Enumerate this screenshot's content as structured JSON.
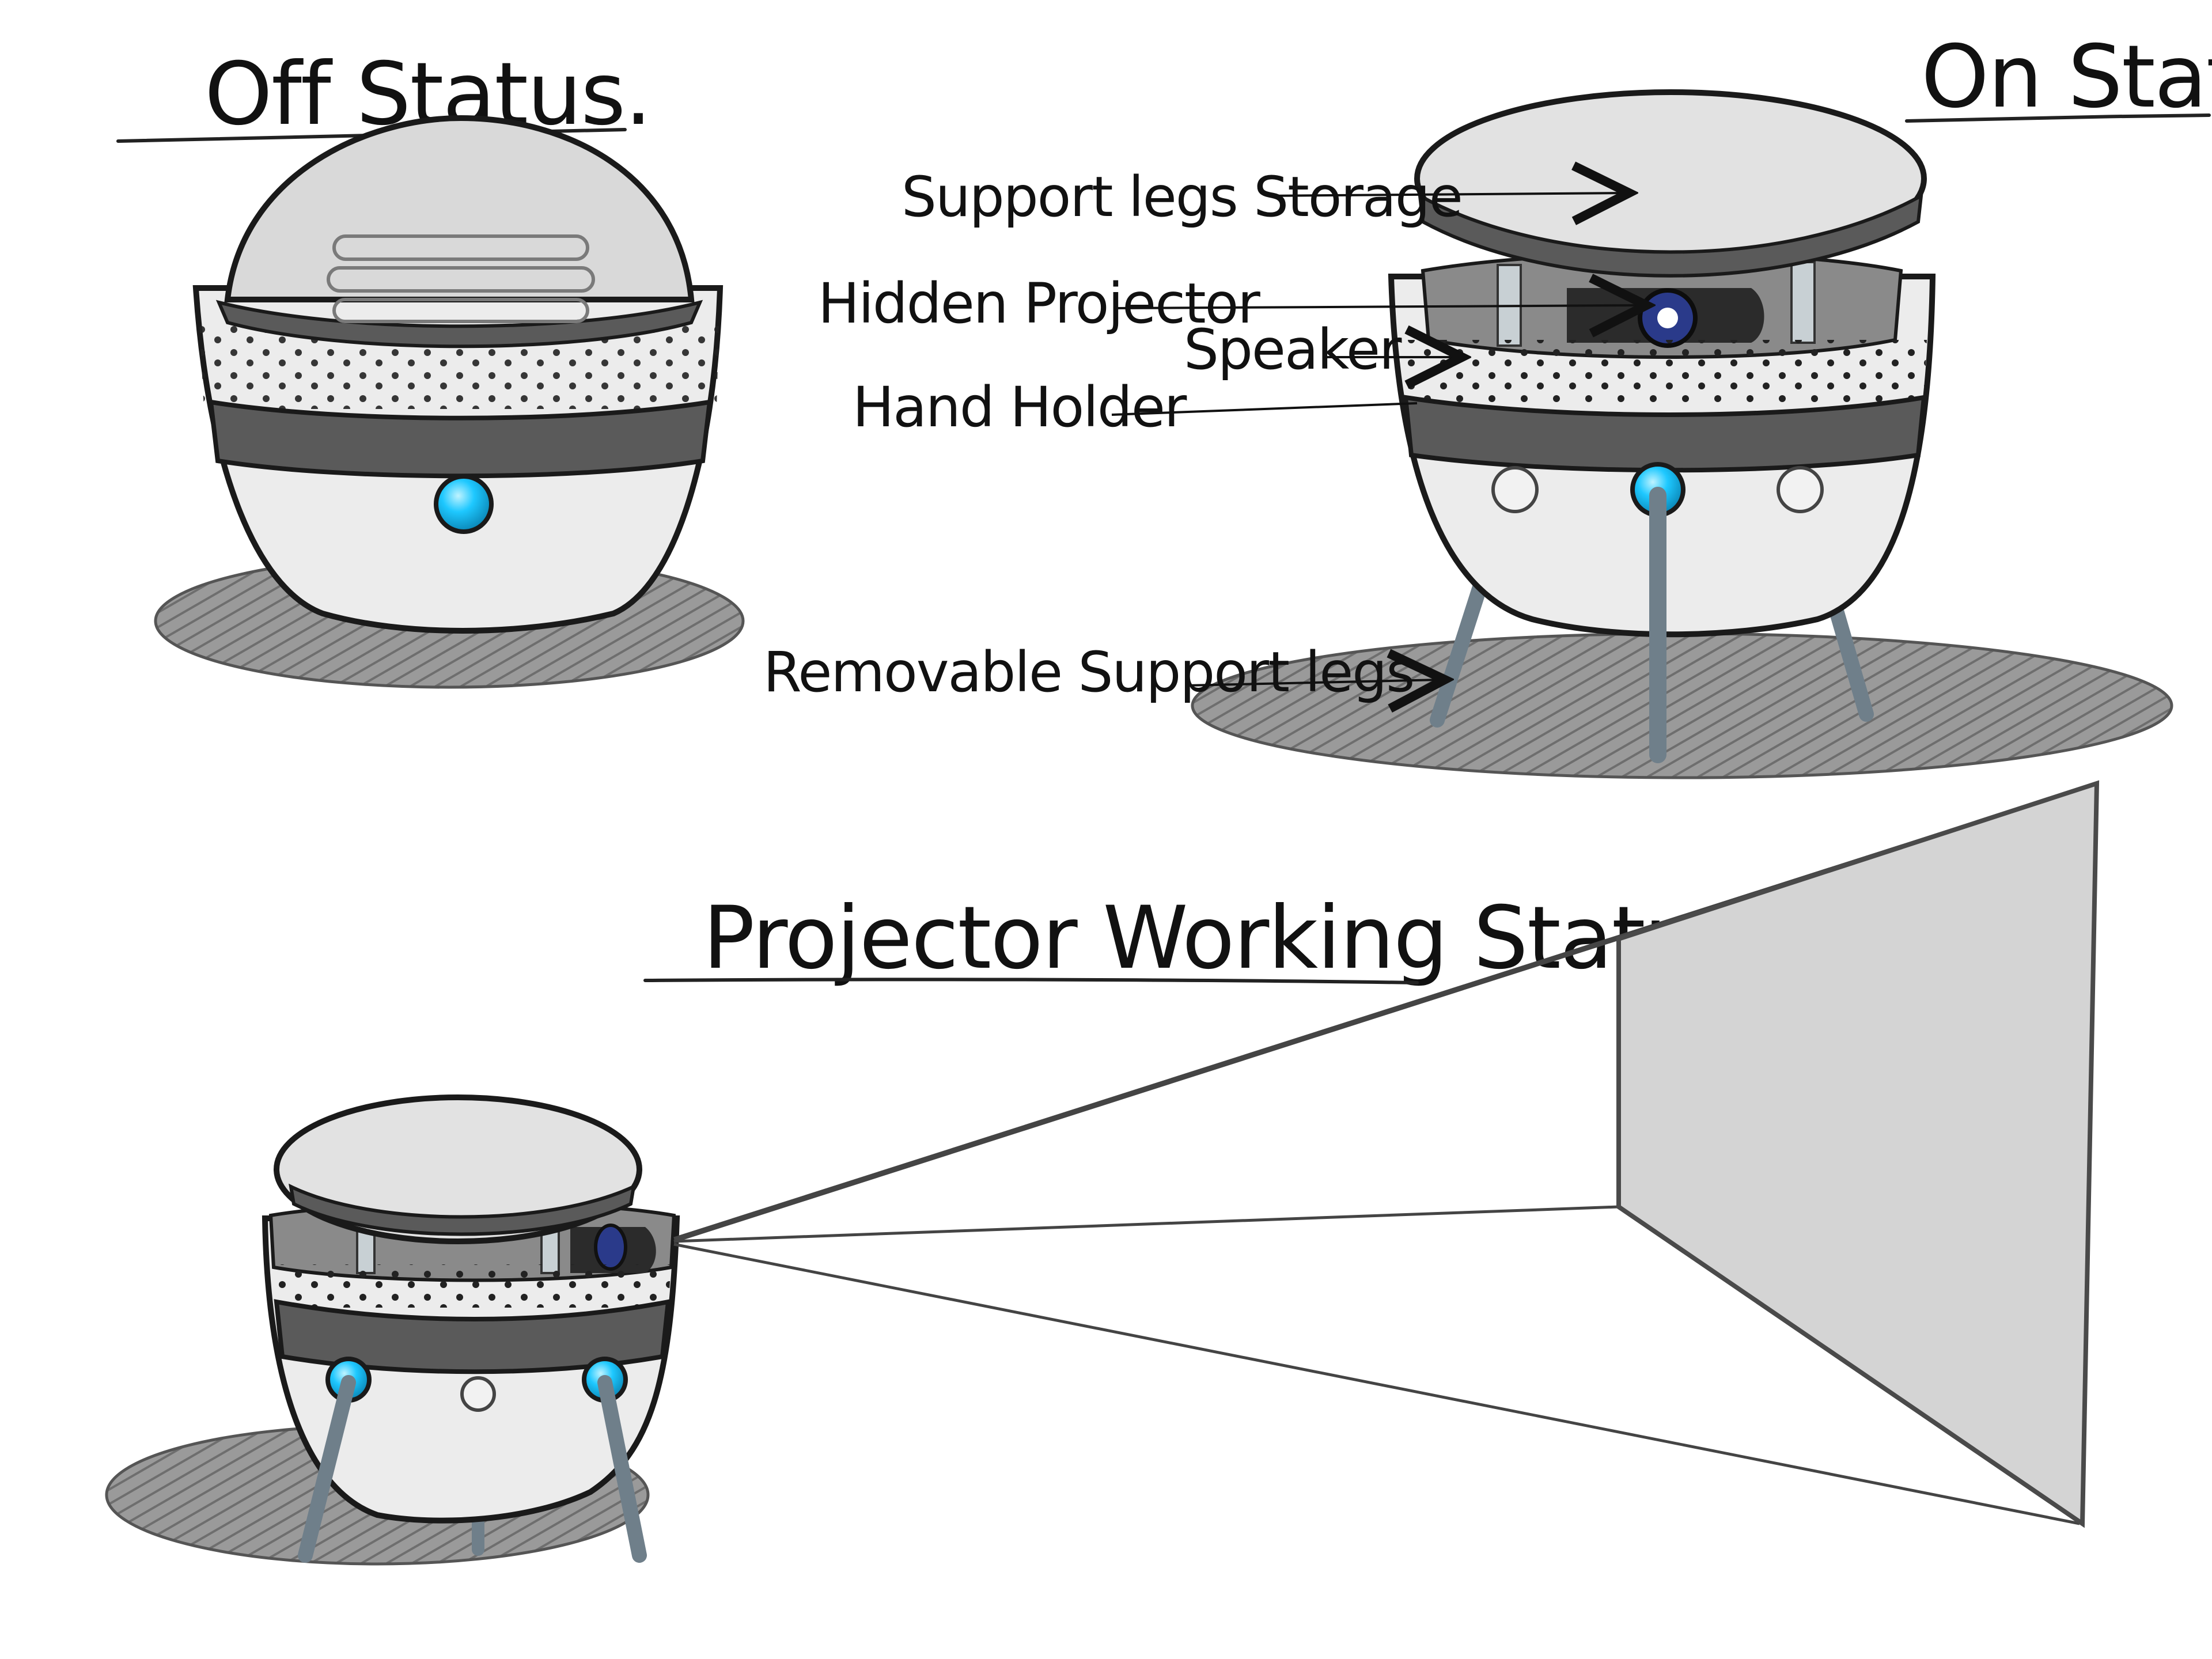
{
  "headings": {
    "off_status": "Off Status.",
    "on_status": "On Status",
    "projector_working_status": "Projector Working Status."
  },
  "labels": {
    "support_legs_storage": "Support legs Storage",
    "hidden_projector": "Hidden Projector",
    "speaker": "Speaker",
    "hand_holder": "Hand Holder",
    "removable_support_legs": "Removable Support legs"
  },
  "colors": {
    "ink": "#1a1a1a",
    "body_fill": "#ececec",
    "band_fill": "#5a5a5a",
    "shadow_fill": "#8a8a8a",
    "indicator_light": "#1ec8ff",
    "screen_fill": "#d4d4d4",
    "lens": "#2a3a8a"
  },
  "icons": {
    "status_light": "led-indicator-icon",
    "lens": "projector-lens-icon"
  }
}
